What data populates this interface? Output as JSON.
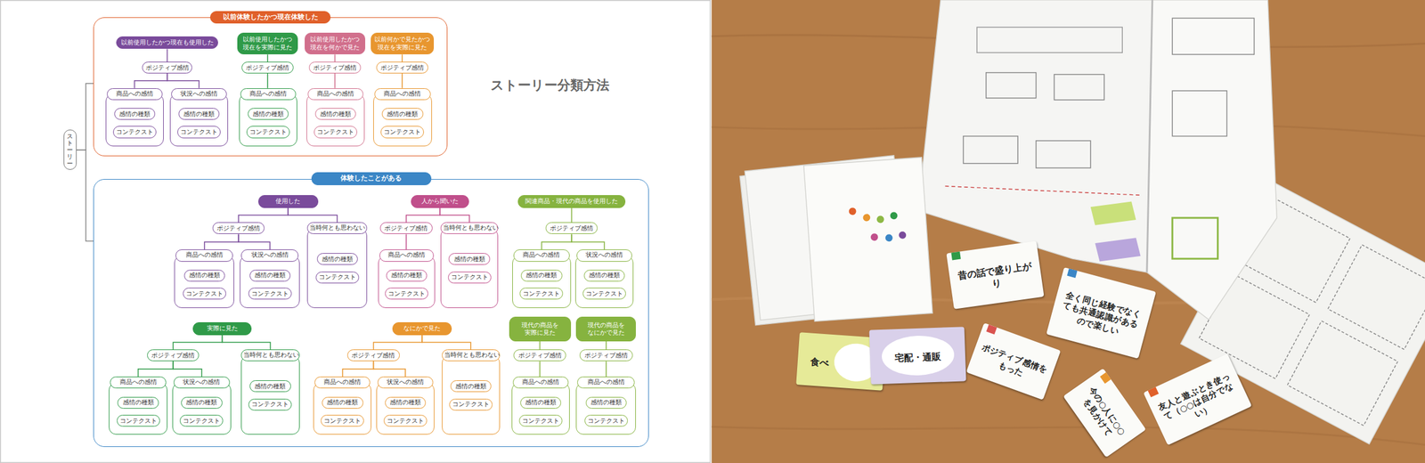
{
  "diagram": {
    "title": "ストーリー分類方法",
    "nodes": [
      {
        "text": [
          "ストーリー"
        ]
      },
      {
        "text": [
          "以前体験したかつ現在体験した"
        ]
      },
      {
        "text": [
          "以前使用したかつ現在も使用した"
        ],
        "in": 1
      },
      {
        "text": [
          "ポジティブ感情"
        ],
        "in": 1
      },
      {
        "text": [
          "商品への感情"
        ],
        "in": 1
      },
      {
        "text": [
          "感情の種類"
        ],
        "in": 4
      },
      {
        "text": [
          "コンテクスト"
        ],
        "in": 4
      },
      {
        "text": [
          "状況への感情"
        ],
        "in": 1
      },
      {
        "text": [
          "感情の種類"
        ],
        "in": 7
      },
      {
        "text": [
          "コンテクスト"
        ],
        "in": 7
      },
      {
        "text": [
          "以前使用したかつ現在を実際に見た"
        ],
        "in": 1
      },
      {
        "text": [
          "ポジティブ感情"
        ],
        "in": 1
      },
      {
        "text": [
          "商品への感情"
        ],
        "in": 1
      },
      {
        "text": [
          "感情の種類"
        ],
        "in": 12
      },
      {
        "text": [
          "コンテクスト"
        ],
        "in": 12
      },
      {
        "text": [
          "以前使用したかつ現在を何かで見た"
        ],
        "in": 1
      },
      {
        "text": [
          "ポジティブ感情"
        ],
        "in": 1
      },
      {
        "text": [
          "商品への感情"
        ],
        "in": 1
      },
      {
        "text": [
          "感情の種類"
        ],
        "in": 17
      },
      {
        "text": [
          "コンテクスト"
        ],
        "in": 17
      },
      {
        "text": [
          "以前何かで見たかつ現在を実際に見た"
        ],
        "in": 1
      },
      {
        "text": [
          "ポジティブ感情"
        ],
        "in": 1
      },
      {
        "text": [
          "商品への感情"
        ],
        "in": 1
      },
      {
        "text": [
          "感情の種類"
        ],
        "in": 22
      },
      {
        "text": [
          "コンテクスト"
        ],
        "in": 22
      },
      {
        "text": [
          "体験したことがある"
        ]
      },
      {
        "text": [
          "使用した"
        ],
        "in": 25
      },
      {
        "text": [
          "ポジティブ感情"
        ],
        "in": 25
      },
      {
        "text": [
          "商品への感情"
        ],
        "in": 25
      },
      {
        "text": [
          "感情の種類"
        ],
        "in": 28
      },
      {
        "text": [
          "コンテクスト"
        ],
        "in": 28
      },
      {
        "text": [
          "状況への感情"
        ],
        "in": 25
      },
      {
        "text": [
          "感情の種類"
        ],
        "in": 31
      },
      {
        "text": [
          "コンテクスト"
        ],
        "in": 31
      },
      {
        "text": [
          "当時何とも思わない"
        ],
        "in": 25
      },
      {
        "text": [
          "感情の種類"
        ],
        "in": 34
      },
      {
        "text": [
          "コンテクスト"
        ],
        "in": 34
      },
      {
        "text": [
          "人から聞いた"
        ],
        "in": 25
      },
      {
        "text": [
          "ポジティブ感情"
        ],
        "in": 25
      },
      {
        "text": [
          "商品への感情"
        ],
        "in": 25
      },
      {
        "text": [
          "感情の種類"
        ],
        "in": 39
      },
      {
        "text": [
          "コンテクスト"
        ],
        "in": 39
      },
      {
        "text": [
          "当時何とも思わない"
        ],
        "in": 25
      },
      {
        "text": [
          "感情の種類"
        ],
        "in": 42
      },
      {
        "text": [
          "コンテクスト"
        ],
        "in": 42
      },
      {
        "text": [
          "関連商品・現代の商品を使用した"
        ],
        "in": 25
      },
      {
        "text": [
          "ポジティブ感情"
        ],
        "in": 25
      },
      {
        "text": [
          "商品への感情"
        ],
        "in": 25
      },
      {
        "text": [
          "感情の種類"
        ],
        "in": 47
      },
      {
        "text": [
          "コンテクスト"
        ],
        "in": 47
      },
      {
        "text": [
          "状況への感情"
        ],
        "in": 25
      },
      {
        "text": [
          "感情の種類"
        ],
        "in": 50
      },
      {
        "text": [
          "コンテクスト"
        ],
        "in": 50
      },
      {
        "text": [
          "実際に見た"
        ],
        "in": 25
      },
      {
        "text": [
          "ポジティブ感情"
        ],
        "in": 25
      },
      {
        "text": [
          "商品への感情"
        ],
        "in": 25
      },
      {
        "text": [
          "感情の種類"
        ],
        "in": 55
      },
      {
        "text": [
          "コンテクスト"
        ],
        "in": 55
      },
      {
        "text": [
          "状況への感情"
        ],
        "in": 25
      },
      {
        "text": [
          "感情の種類"
        ],
        "in": 58
      },
      {
        "text": [
          "コンテクスト"
        ],
        "in": 58
      },
      {
        "text": [
          "当時何とも思わない"
        ],
        "in": 25
      },
      {
        "text": [
          "感情の種類"
        ],
        "in": 61
      },
      {
        "text": [
          "コンテクスト"
        ],
        "in": 61
      },
      {
        "text": [
          "なにかで見た"
        ],
        "in": 25
      },
      {
        "text": [
          "ポジティブ感情"
        ],
        "in": 25
      },
      {
        "text": [
          "商品への感情"
        ],
        "in": 25
      },
      {
        "text": [
          "感情の種類"
        ],
        "in": 66
      },
      {
        "text": [
          "コンテクスト"
        ],
        "in": 66
      },
      {
        "text": [
          "状況への感情"
        ],
        "in": 25
      },
      {
        "text": [
          "感情の種類"
        ],
        "in": 69
      },
      {
        "text": [
          "コンテクスト"
        ],
        "in": 69
      },
      {
        "text": [
          "当時何とも思わない"
        ],
        "in": 25
      },
      {
        "text": [
          "感情の種類"
        ],
        "in": 72
      },
      {
        "text": [
          "コンテクスト"
        ],
        "in": 72
      },
      {
        "text": [
          "現代の商品を実際に見た"
        ],
        "in": 25
      },
      {
        "text": [
          "ポジティブ感情"
        ],
        "in": 25
      },
      {
        "text": [
          "商品への感情"
        ],
        "in": 25
      },
      {
        "text": [
          "感情の種類"
        ],
        "in": 77
      },
      {
        "text": [
          "コンテクスト"
        ],
        "in": 77
      },
      {
        "text": [
          "現代の商品をなにかで見た"
        ],
        "in": 25
      },
      {
        "text": [
          "ポジティブ感情"
        ],
        "in": 25
      },
      {
        "text": [
          "商品への感情"
        ],
        "in": 25
      },
      {
        "text": [
          "感情の種類"
        ],
        "in": 82
      },
      {
        "text": [
          "コンテクスト"
        ],
        "in": 82
      }
    ],
    "edges": [
      {
        "from": 0,
        "to": 1,
        "arrow": "none"
      },
      {
        "from": 0,
        "to": 25,
        "arrow": "none"
      },
      {
        "from": 2,
        "to": 3,
        "arrow": "none"
      },
      {
        "from": 3,
        "to": 4,
        "arrow": "none"
      },
      {
        "from": 3,
        "to": 7,
        "arrow": "none"
      },
      {
        "from": 10,
        "to": 11,
        "arrow": "none"
      },
      {
        "from": 11,
        "to": 12,
        "arrow": "none"
      },
      {
        "from": 15,
        "to": 16,
        "arrow": "none"
      },
      {
        "from": 16,
        "to": 17,
        "arrow": "none"
      },
      {
        "from": 20,
        "to": 21,
        "arrow": "none"
      },
      {
        "from": 21,
        "to": 22,
        "arrow": "none"
      },
      {
        "from": 26,
        "to": 27,
        "arrow": "none"
      },
      {
        "from": 27,
        "to": 28,
        "arrow": "none"
      },
      {
        "from": 27,
        "to": 31,
        "arrow": "none"
      },
      {
        "from": 26,
        "to": 34,
        "arrow": "none"
      },
      {
        "from": 37,
        "to": 38,
        "arrow": "none"
      },
      {
        "from": 38,
        "to": 39,
        "arrow": "none"
      },
      {
        "from": 37,
        "to": 42,
        "arrow": "none"
      },
      {
        "from": 45,
        "to": 46,
        "arrow": "none"
      },
      {
        "from": 46,
        "to": 47,
        "arrow": "none"
      },
      {
        "from": 46,
        "to": 50,
        "arrow": "none"
      },
      {
        "from": 53,
        "to": 54,
        "arrow": "none"
      },
      {
        "from": 54,
        "to": 55,
        "arrow": "none"
      },
      {
        "from": 54,
        "to": 58,
        "arrow": "none"
      },
      {
        "from": 53,
        "to": 61,
        "arrow": "none"
      },
      {
        "from": 64,
        "to": 65,
        "arrow": "none"
      },
      {
        "from": 65,
        "to": 66,
        "arrow": "none"
      },
      {
        "from": 65,
        "to": 69,
        "arrow": "none"
      },
      {
        "from": 64,
        "to": 72,
        "arrow": "none"
      },
      {
        "from": 75,
        "to": 76,
        "arrow": "none"
      },
      {
        "from": 76,
        "to": 77,
        "arrow": "none"
      },
      {
        "from": 80,
        "to": 81,
        "arrow": "none"
      },
      {
        "from": 81,
        "to": 82,
        "arrow": "none"
      }
    ],
    "labels": [
      "昔の話で盛り上がり",
      "全く同じ経験でなくても共通認識があるので楽しい",
      "ポジティブ感情をもった",
      "友人と遊ぶとき使って（○○は自分でない）",
      "今の○人に○○を見かけて",
      "宅配・通販",
      "食べ"
    ]
  }
}
